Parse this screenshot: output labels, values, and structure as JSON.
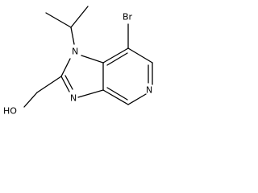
{
  "molecule": {
    "atoms": {
      "bromine": "Br",
      "n1": "N",
      "n3": "N",
      "n5": "N",
      "hydroxyl": "HO"
    }
  }
}
